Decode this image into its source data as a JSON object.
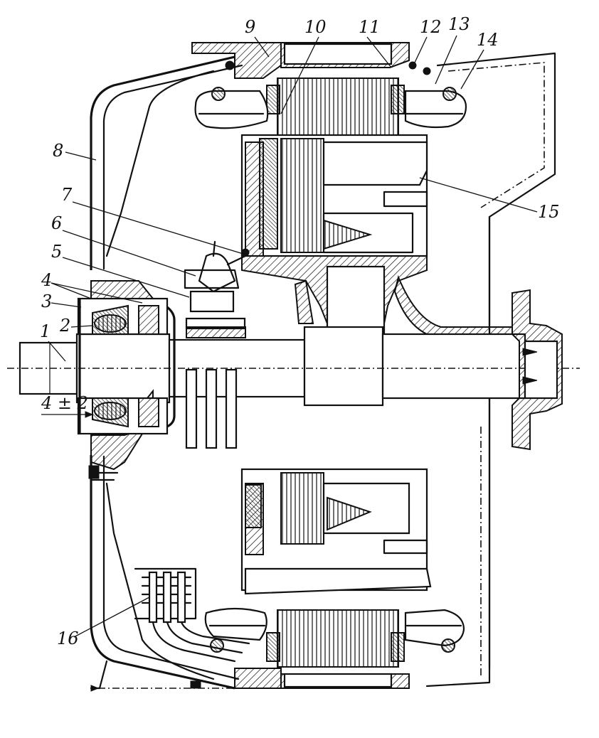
{
  "callouts": [
    {
      "label": "1"
    },
    {
      "label": "2"
    },
    {
      "label": "3"
    },
    {
      "label": "4"
    },
    {
      "label": "5"
    },
    {
      "label": "6"
    },
    {
      "label": "7"
    },
    {
      "label": "8"
    },
    {
      "label": "9"
    },
    {
      "label": "10"
    },
    {
      "label": "11"
    },
    {
      "label": "12"
    },
    {
      "label": "13"
    },
    {
      "label": "14"
    },
    {
      "label": "15"
    },
    {
      "label": "16"
    }
  ],
  "tolerance": "4 ± 2"
}
